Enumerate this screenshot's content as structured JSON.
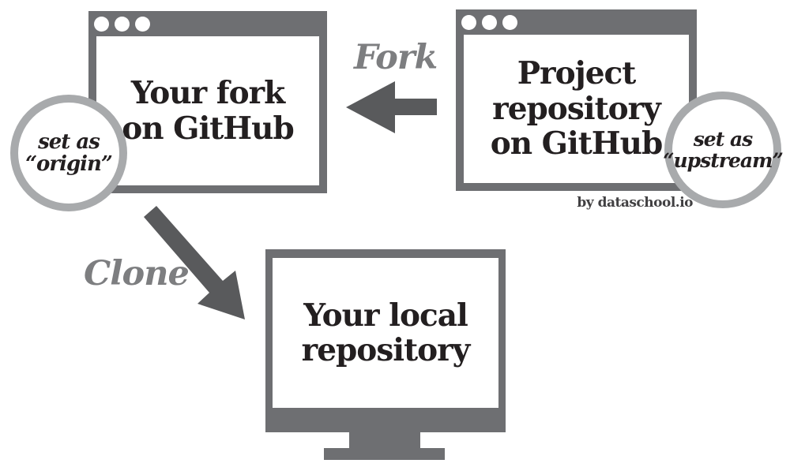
{
  "colors": {
    "frame_gray": "#6e6f72",
    "arrow_gray": "#595a5c",
    "label_gray": "#7d7e80",
    "circle_stroke_gray": "#a8aaac",
    "title_text": "#231f20",
    "byline_text": "#414042",
    "background": "#ffffff"
  },
  "fork_window": {
    "title": "Your fork\non GitHub"
  },
  "project_window": {
    "title": "Project\nrepository\non GitHub"
  },
  "origin_badge": {
    "text": "set as\n“origin”"
  },
  "upstream_badge": {
    "text": "set as\n“upstream”"
  },
  "labels": {
    "fork": "Fork",
    "clone": "Clone"
  },
  "local_repository": {
    "title": "Your local\nrepository"
  },
  "byline": "by dataschool.io"
}
